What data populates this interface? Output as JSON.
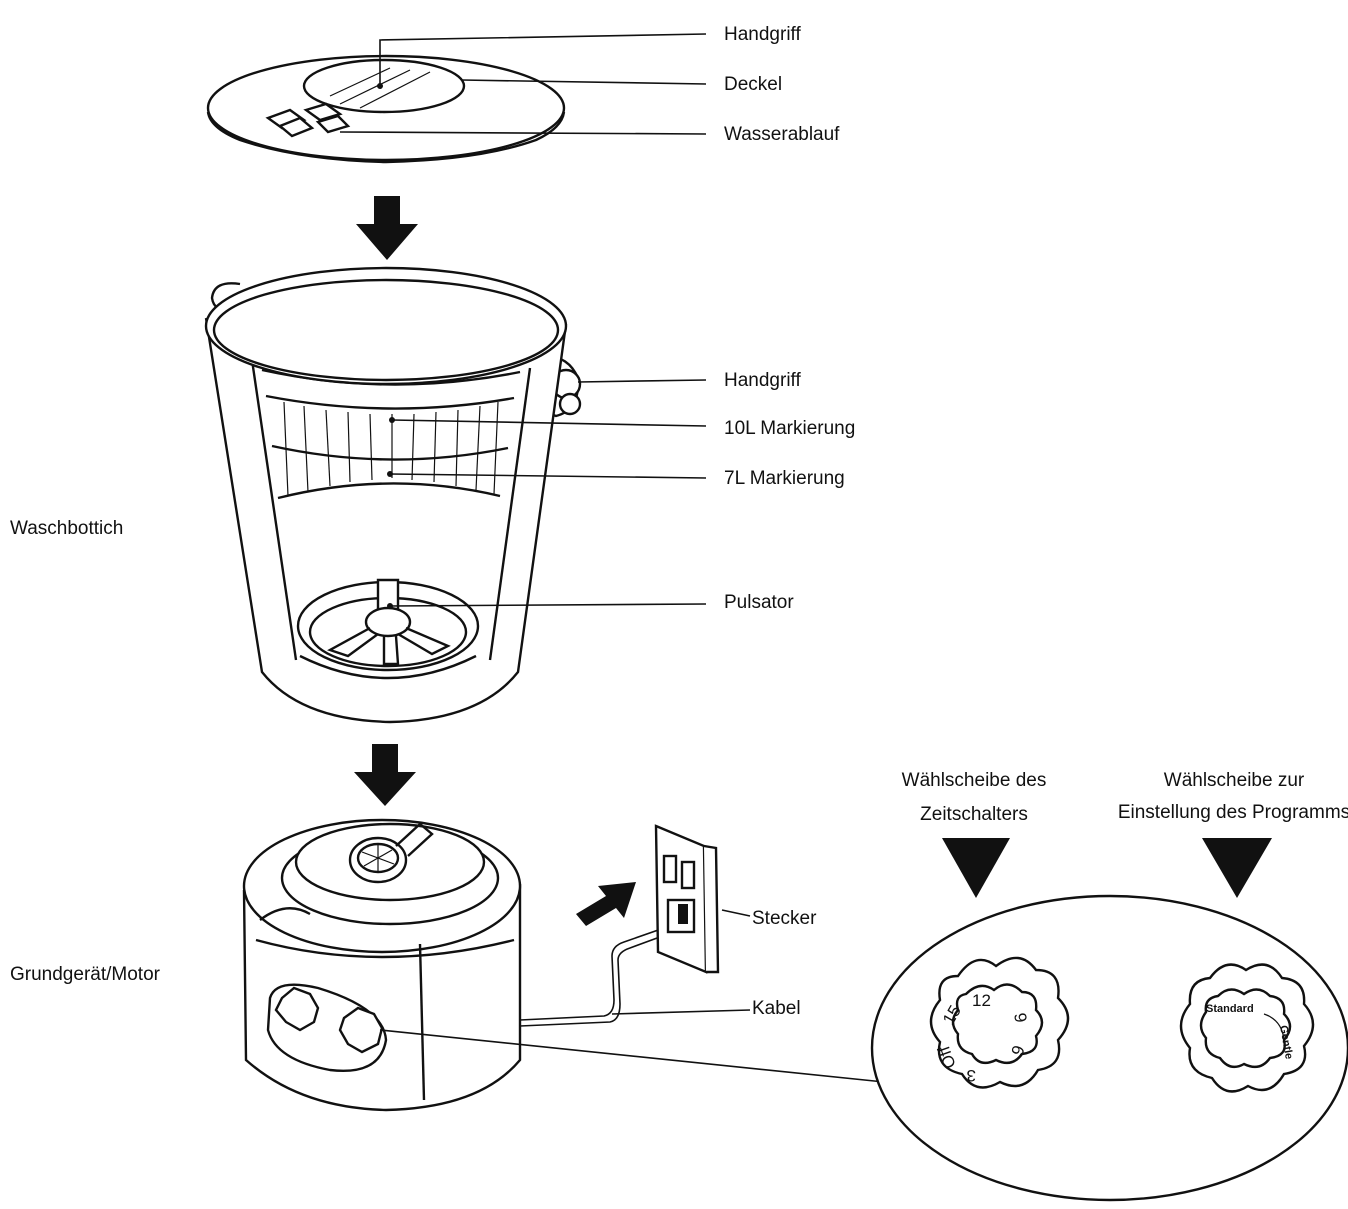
{
  "labels": {
    "lid_handle": "Handgriff",
    "lid": "Deckel",
    "water_drain": "Wasserablauf",
    "tub_handle": "Handgriff",
    "mark_10l": "10L Markierung",
    "mark_7l": "7L Markierung",
    "wash_tub": "Waschbottich",
    "pulsator": "Pulsator",
    "base_motor": "Grundgerät/Motor",
    "plug": "Stecker",
    "cable": "Kabel",
    "timer_dial_line1": "Wählscheibe des",
    "timer_dial_line2": "Zeitschalters",
    "program_dial_line1": "Wählscheibe zur",
    "program_dial_line2": "Einstellung des Programms"
  },
  "timer_dial": {
    "marks": [
      "12",
      "9",
      "6",
      "3",
      "Off",
      "15"
    ]
  },
  "program_dial": {
    "marks": [
      "Standard",
      "Gentle"
    ]
  },
  "colors": {
    "ink": "#111111",
    "paper": "#ffffff"
  }
}
